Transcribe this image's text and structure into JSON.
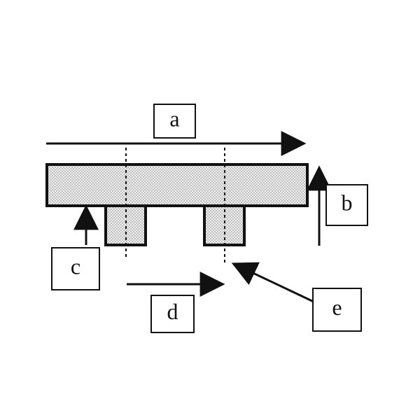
{
  "diagram": {
    "labels": {
      "a": "a",
      "b": "b",
      "c": "c",
      "d": "d",
      "e": "e"
    },
    "colors": {
      "stroke": "#111111",
      "fill_dots": "#6f6f6f",
      "fill_base": "#f2f2f2",
      "background": "#ffffff"
    }
  }
}
